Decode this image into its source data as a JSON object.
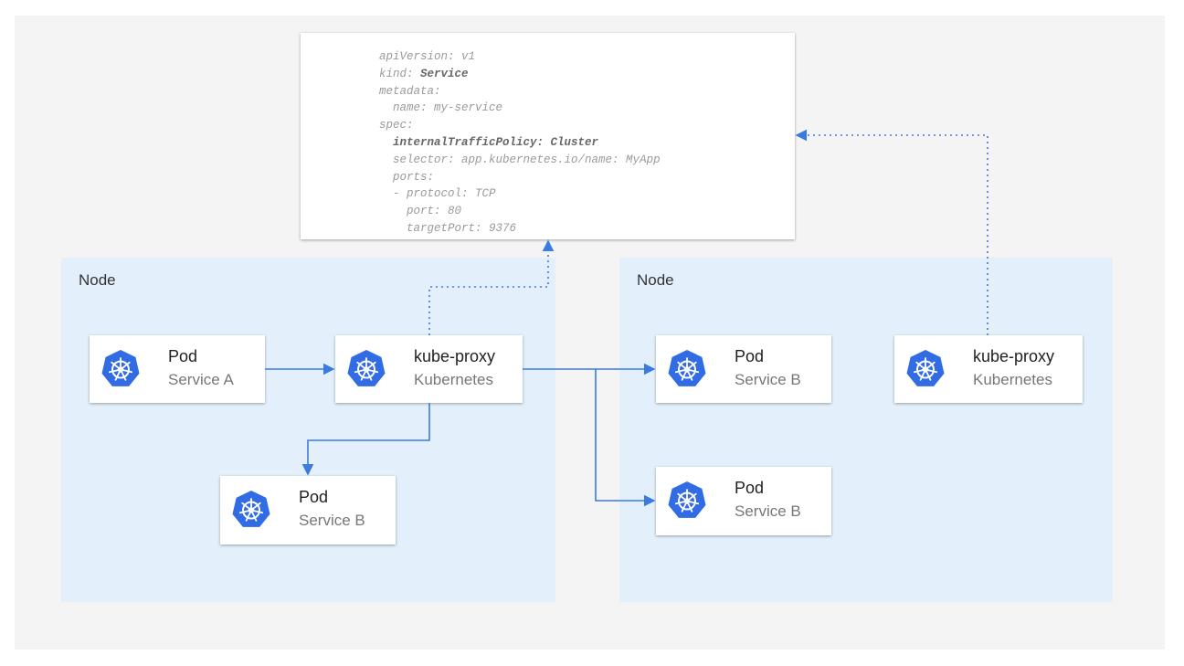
{
  "yaml": {
    "lines": [
      {
        "indent": "",
        "key": "apiVersion: ",
        "val": "v1",
        "bold": false
      },
      {
        "indent": "",
        "key": "kind: ",
        "val": "Service",
        "bold": "val"
      },
      {
        "indent": "",
        "key": "metadata:",
        "val": "",
        "bold": false
      },
      {
        "indent": "  ",
        "key": "name: ",
        "val": "my-service",
        "bold": false
      },
      {
        "indent": "",
        "key": "spec:",
        "val": "",
        "bold": false
      },
      {
        "indent": "  ",
        "key": "internalTrafficPolicy: ",
        "val": "Cluster",
        "bold": "all"
      },
      {
        "indent": "  ",
        "key": "selector: ",
        "val": "app.kubernetes.io/name: MyApp",
        "bold": false
      },
      {
        "indent": "  ",
        "key": "ports:",
        "val": "",
        "bold": false
      },
      {
        "indent": "  ",
        "key": "- protocol: ",
        "val": "TCP",
        "bold": false
      },
      {
        "indent": "    ",
        "key": "port: ",
        "val": "80",
        "bold": false
      },
      {
        "indent": "    ",
        "key": "targetPort: ",
        "val": "9376",
        "bold": false
      }
    ]
  },
  "nodes": [
    {
      "label": "Node"
    },
    {
      "label": "Node"
    }
  ],
  "cards": {
    "pod_a": {
      "title": "Pod",
      "subtitle": "Service A",
      "icon": "kubernetes-icon"
    },
    "proxy_left": {
      "title": "kube-proxy",
      "subtitle": "Kubernetes",
      "icon": "kubernetes-icon"
    },
    "pod_b_left": {
      "title": "Pod",
      "subtitle": "Service B",
      "icon": "kubernetes-icon"
    },
    "pod_b_right1": {
      "title": "Pod",
      "subtitle": "Service B",
      "icon": "kubernetes-icon"
    },
    "proxy_right": {
      "title": "kube-proxy",
      "subtitle": "Kubernetes",
      "icon": "kubernetes-icon"
    },
    "pod_b_right2": {
      "title": "Pod",
      "subtitle": "Service B",
      "icon": "kubernetes-icon"
    }
  },
  "colors": {
    "accent": "#3a7be0",
    "k8s": "#326ce5",
    "node_bg": "#e3f0fc",
    "panel": "#f4f4f4"
  }
}
